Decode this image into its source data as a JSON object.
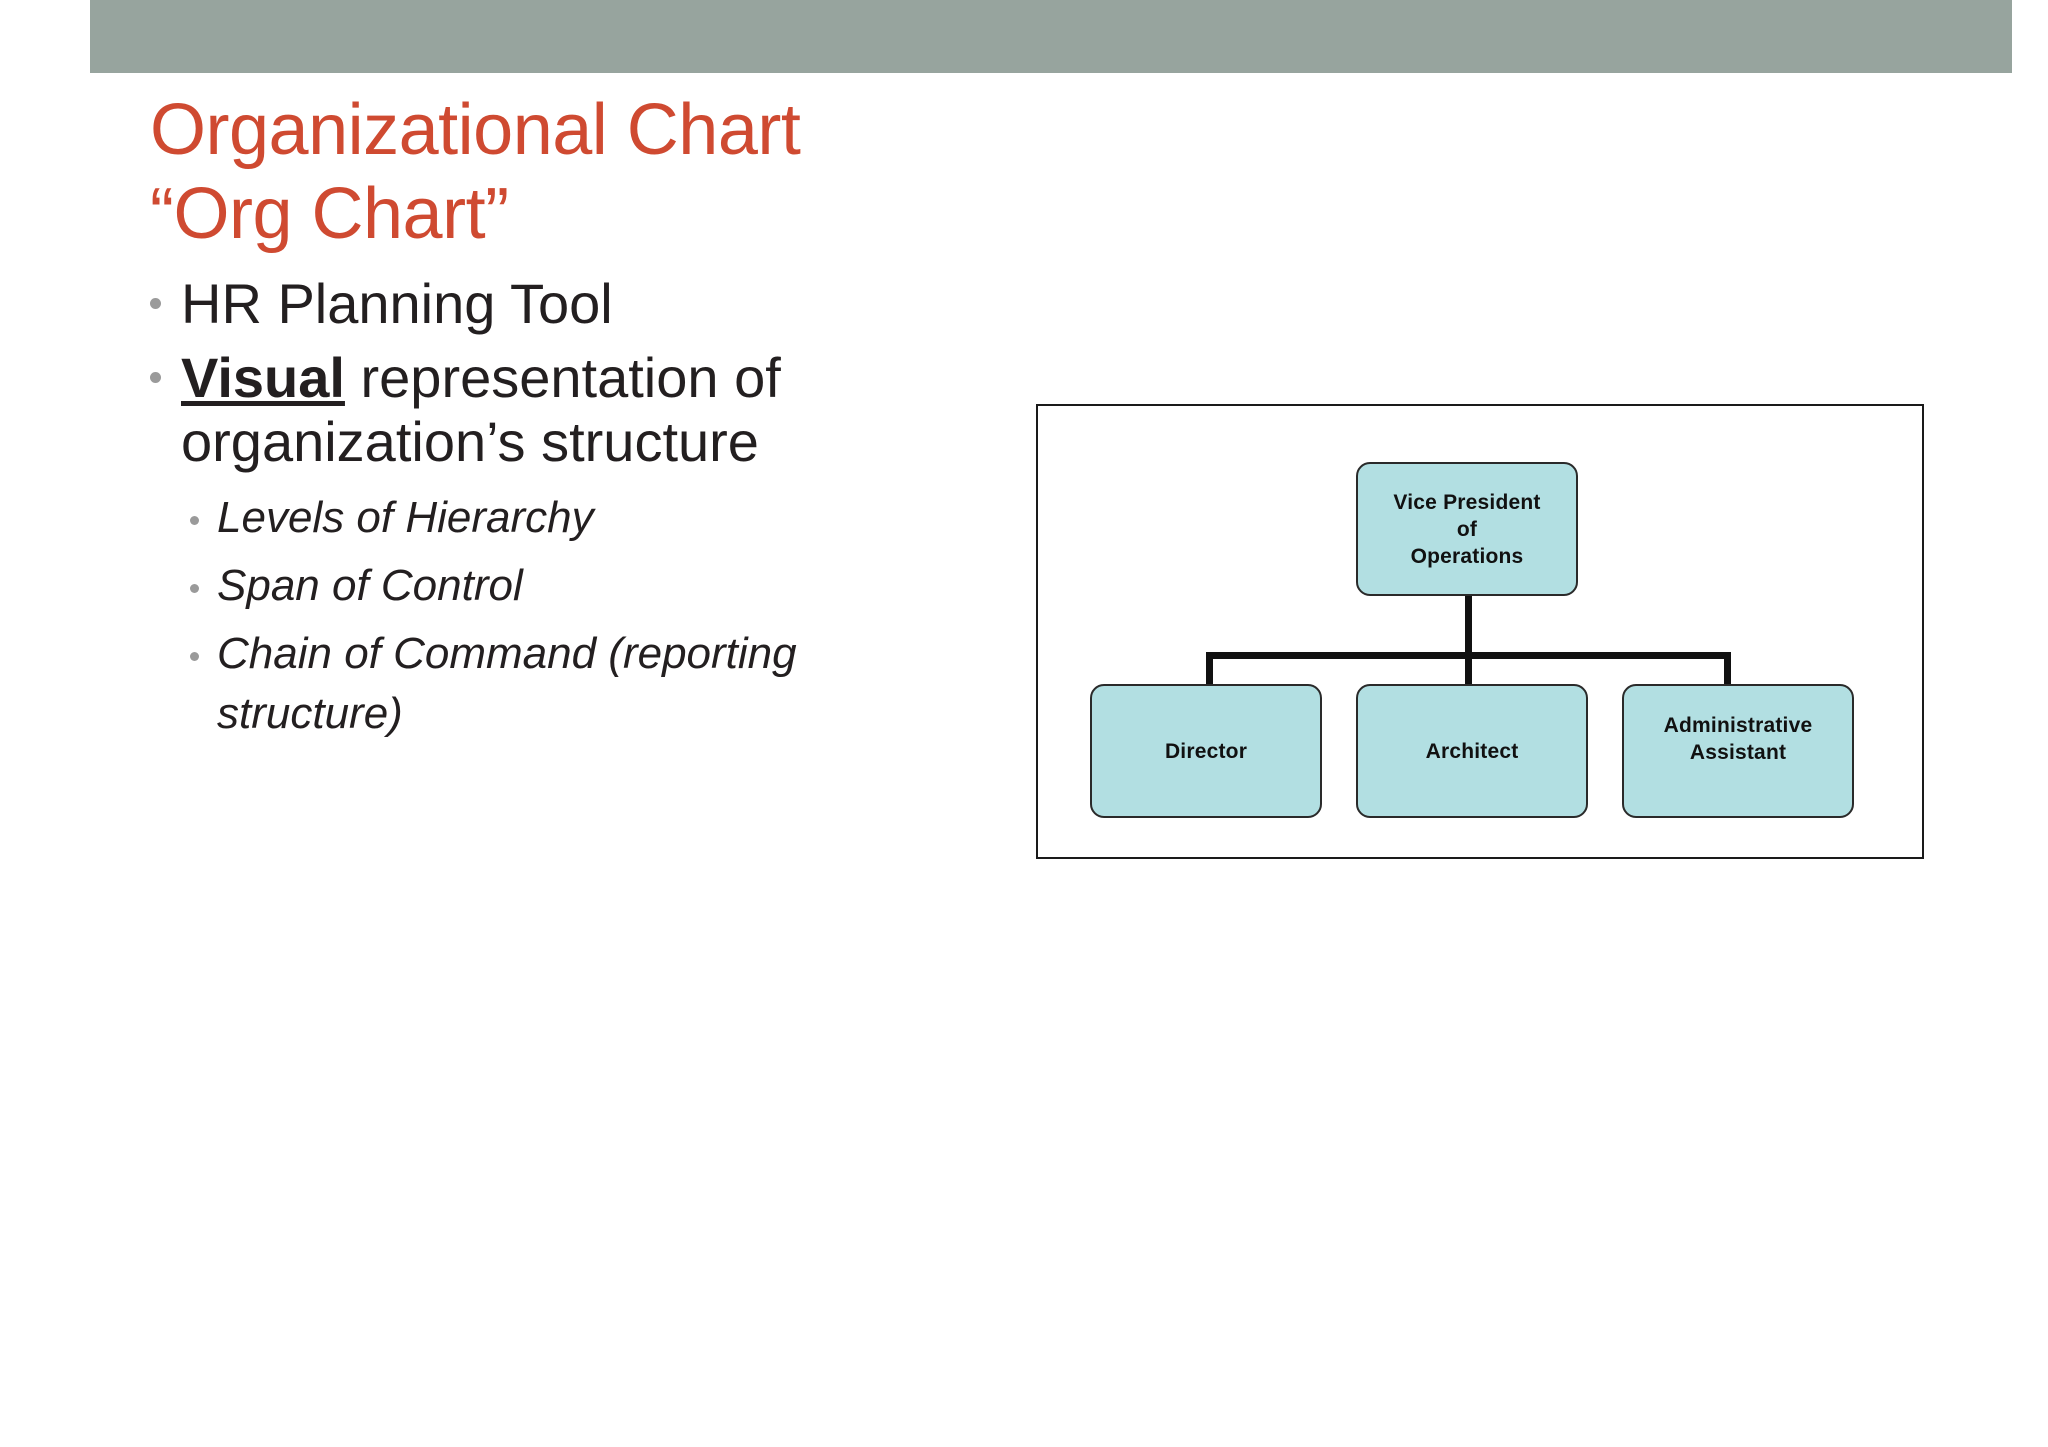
{
  "slide": {
    "banner_color": "#97a49e",
    "background_color": "#ffffff",
    "title_color": "#cf4a31",
    "title_lines": [
      "Organizational Chart",
      "“Org Chart”"
    ]
  },
  "bullets": {
    "level1": [
      {
        "text": "HR Planning Tool",
        "emphasis": null,
        "rest": null
      },
      {
        "text": "Visual representation of organization’s structure",
        "emphasis": "Visual",
        "rest": " representation of organization’s structure"
      }
    ],
    "level2": [
      "Levels of Hierarchy",
      "Span of Control",
      "Chain of Command (reporting structure)"
    ]
  },
  "org_chart": {
    "box_fill_color": "#b2dfe2",
    "box_border_color": "#2a2a2a",
    "connector_color": "#111111",
    "root": {
      "label": "Vice President of Operations",
      "lines": [
        "Vice President",
        "of",
        "Operations"
      ]
    },
    "children": [
      {
        "label": "Director",
        "lines": [
          "Director"
        ]
      },
      {
        "label": "Architect",
        "lines": [
          "Architect"
        ]
      },
      {
        "label": "Administrative Assistant",
        "lines": [
          "Administrative",
          "Assistant"
        ]
      }
    ]
  }
}
